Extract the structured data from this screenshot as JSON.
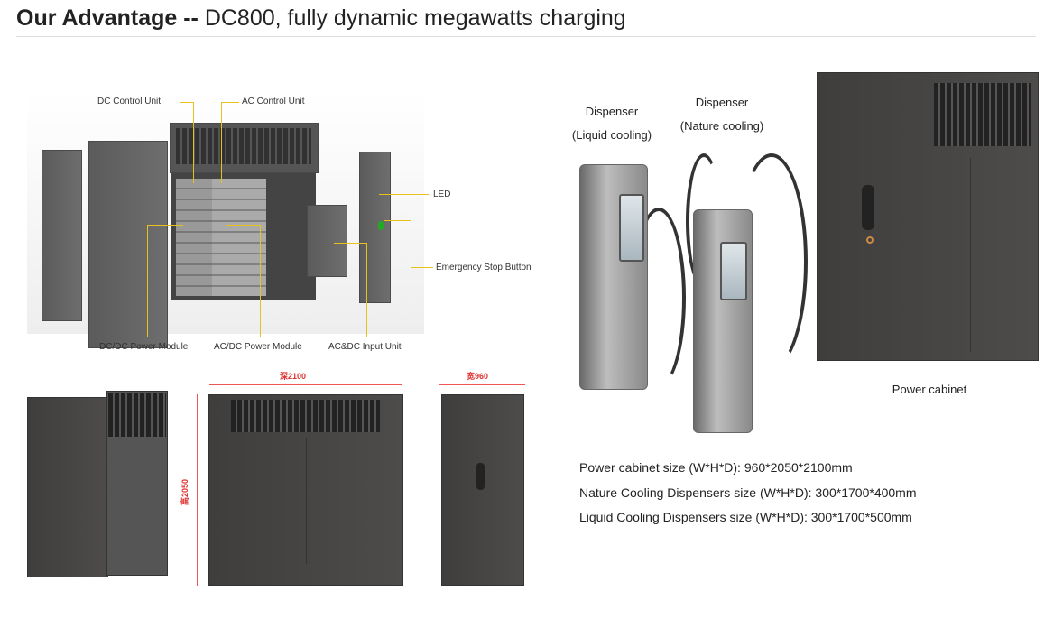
{
  "header": {
    "title_bold": "Our Advantage --",
    "title_rest": " DC800,  fully dynamic megawatts charging"
  },
  "exploded_view": {
    "labels": {
      "dc_control": "DC Control Unit",
      "ac_control": "AC Control Unit",
      "led": "LED",
      "estop": "Emergency Stop Button",
      "dcdc": "DC/DC Power Module",
      "acdc": "AC/DC Power Module",
      "input": "AC&DC Input Unit"
    }
  },
  "dimensions": {
    "depth": "深2100",
    "width": "宽960",
    "height": "高2050"
  },
  "products": {
    "liquid_title": "Dispenser",
    "liquid_sub": "(Liquid cooling)",
    "nature_title": "Dispenser",
    "nature_sub": "(Nature cooling)",
    "cabinet": "Power cabinet"
  },
  "specs": [
    "Power cabinet size (W*H*D):  960*2050*2100mm",
    "Nature Cooling Dispensers size (W*H*D):  300*1700*400mm",
    "Liquid Cooling Dispensers size (W*H*D):  300*1700*500mm"
  ],
  "colors": {
    "callout": "#e8c21a",
    "dimension": "#e03030",
    "cabinet": "#4a4947"
  }
}
